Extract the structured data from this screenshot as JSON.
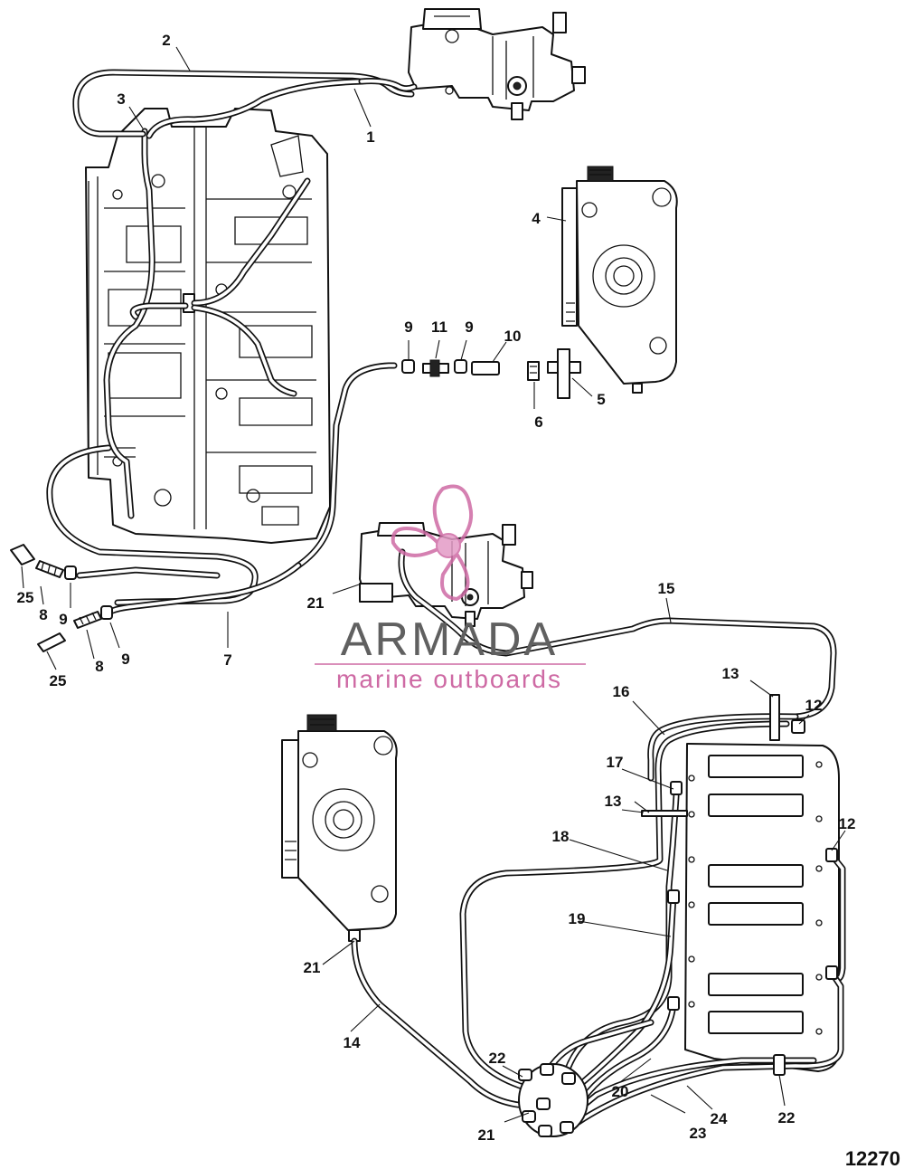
{
  "watermark": {
    "brand": "ARMADA",
    "tagline": "marine outboards",
    "colors": {
      "brand_gray": "#606060",
      "accent_pink": "#ce6aa4"
    },
    "icon": "propeller-logo-icon"
  },
  "figure_number": "12270",
  "callouts": [
    {
      "id": "c1",
      "label": "1"
    },
    {
      "id": "c2",
      "label": "2"
    },
    {
      "id": "c3",
      "label": "3"
    },
    {
      "id": "c4",
      "label": "4"
    },
    {
      "id": "c5",
      "label": "5"
    },
    {
      "id": "c6",
      "label": "6"
    },
    {
      "id": "c7",
      "label": "7"
    },
    {
      "id": "c8a",
      "label": "8"
    },
    {
      "id": "c8b",
      "label": "8"
    },
    {
      "id": "c9a",
      "label": "9"
    },
    {
      "id": "c9b",
      "label": "9"
    },
    {
      "id": "c9c",
      "label": "9"
    },
    {
      "id": "c9d",
      "label": "9"
    },
    {
      "id": "c10",
      "label": "10"
    },
    {
      "id": "c11",
      "label": "11"
    },
    {
      "id": "c12a",
      "label": "12"
    },
    {
      "id": "c12b",
      "label": "12"
    },
    {
      "id": "c13a",
      "label": "13"
    },
    {
      "id": "c13b",
      "label": "13"
    },
    {
      "id": "c14",
      "label": "14"
    },
    {
      "id": "c15",
      "label": "15"
    },
    {
      "id": "c16",
      "label": "16"
    },
    {
      "id": "c17",
      "label": "17"
    },
    {
      "id": "c18",
      "label": "18"
    },
    {
      "id": "c19",
      "label": "19"
    },
    {
      "id": "c20",
      "label": "20"
    },
    {
      "id": "c21a",
      "label": "21"
    },
    {
      "id": "c21b",
      "label": "21"
    },
    {
      "id": "c21c",
      "label": "21"
    },
    {
      "id": "c22a",
      "label": "22"
    },
    {
      "id": "c22b",
      "label": "22"
    },
    {
      "id": "c23",
      "label": "23"
    },
    {
      "id": "c24",
      "label": "24"
    },
    {
      "id": "c25a",
      "label": "25"
    },
    {
      "id": "c25b",
      "label": "25"
    }
  ]
}
